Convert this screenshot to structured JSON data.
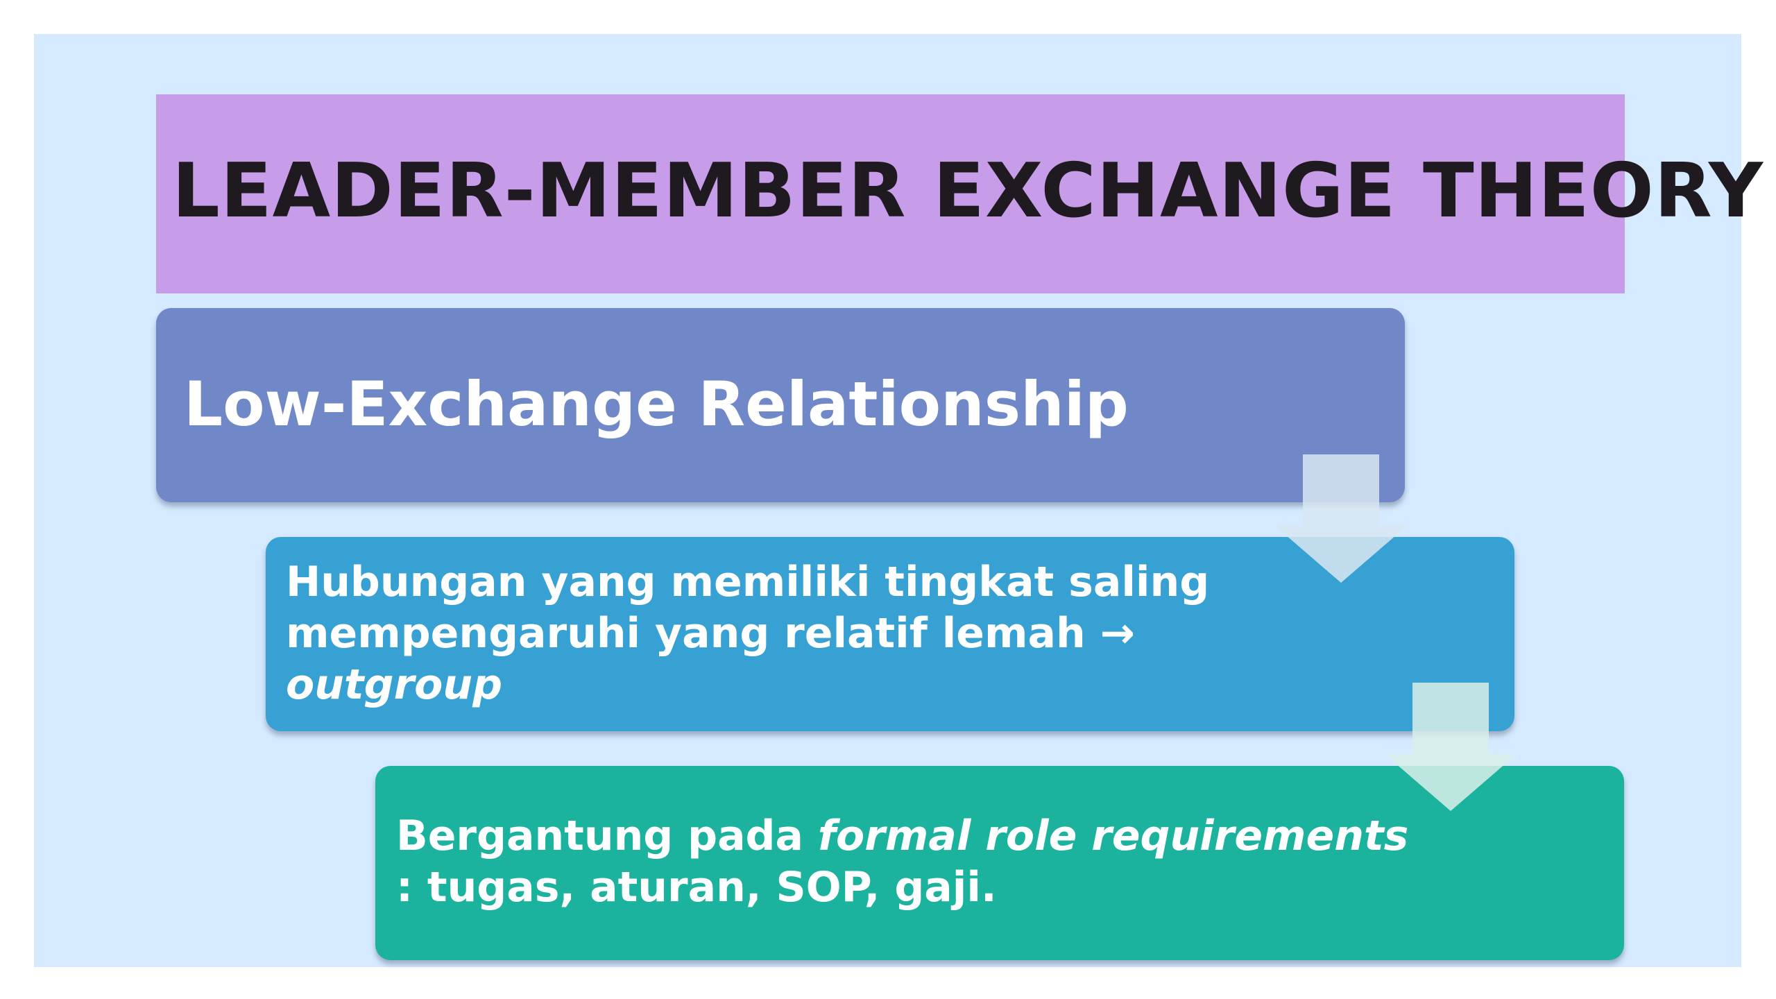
{
  "title": "LEADER-MEMBER EXCHANGE THEORY",
  "steps": [
    {
      "heading": "Low-Exchange Relationship"
    },
    {
      "line1": "Hubungan yang memiliki tingkat saling",
      "line2": "mempengaruhi yang relatif lemah →",
      "line3_italic": "outgroup"
    },
    {
      "line1_plain": "Bergantung pada ",
      "line1_italic": "formal role requirements",
      "line2": ": tugas, aturan, SOP, gaji."
    }
  ],
  "icons": {
    "connector": "down-arrow-icon"
  },
  "colors": {
    "slide_background": "#d6eaff",
    "title_bar": "#c79dea",
    "title_text": "#1f1a20",
    "step_1": "#7088c8",
    "step_2": "#36a1d2",
    "step_3": "#1bb39e",
    "step_text": "#ffffff"
  }
}
